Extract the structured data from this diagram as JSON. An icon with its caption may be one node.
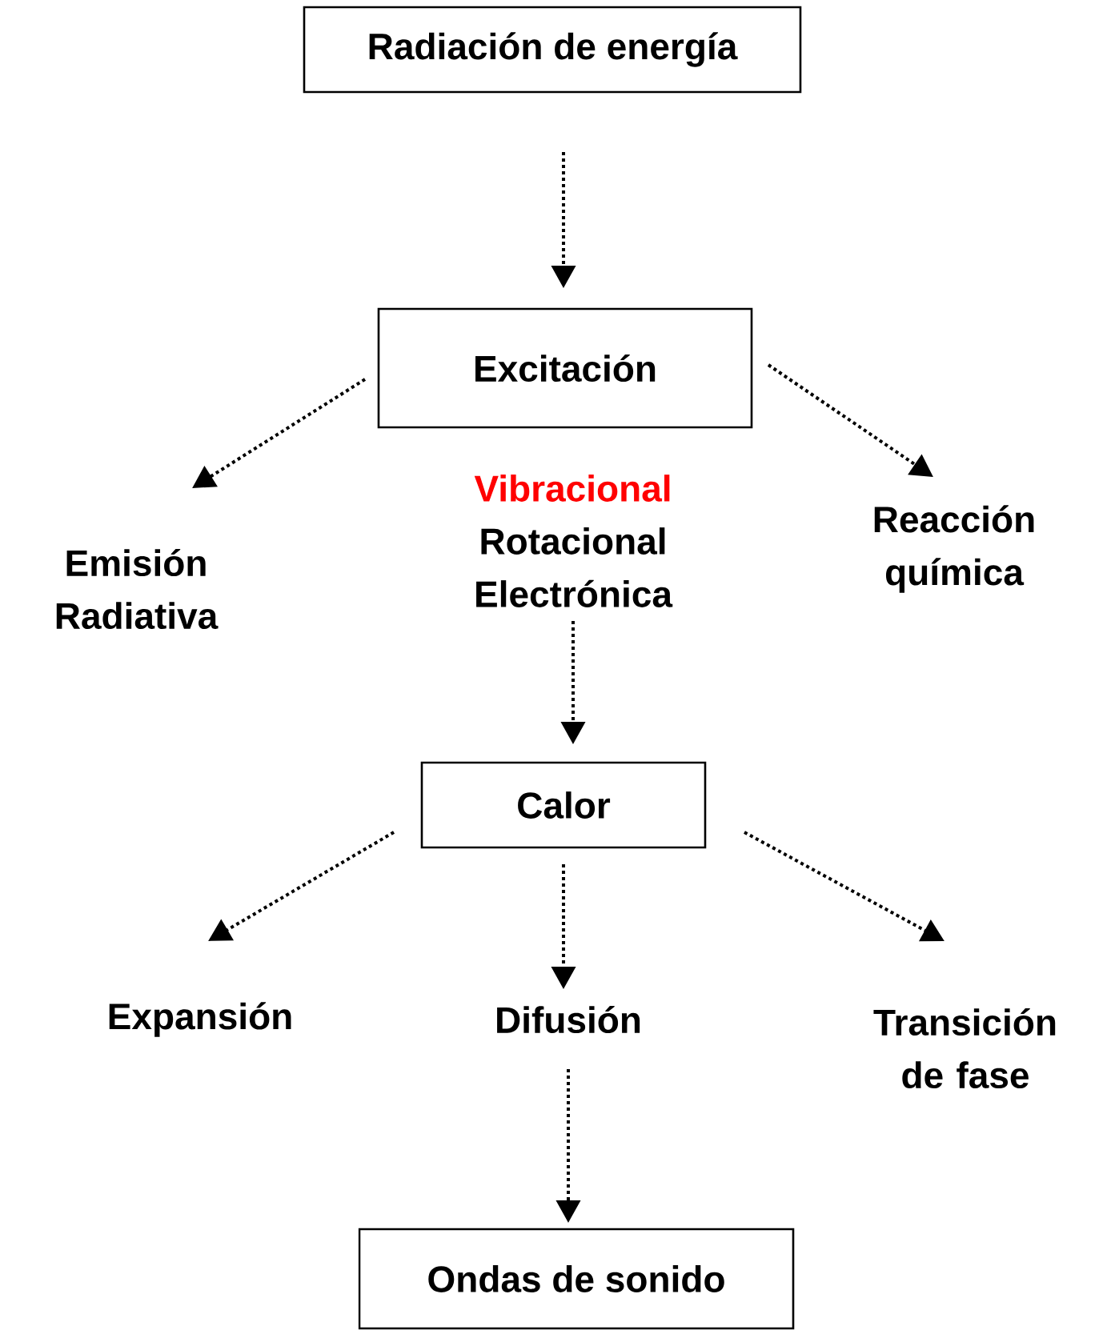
{
  "diagram": {
    "nodes": [
      {
        "text": [
          "Radiación de energía"
        ]
      },
      {
        "text": [
          "Excitación"
        ]
      },
      {
        "text": [
          "Emisión Radiativa"
        ]
      },
      {
        "text": [
          "Vibracional",
          "Rotacional",
          "Electrónica"
        ]
      },
      {
        "text": [
          "Reacción química"
        ]
      },
      {
        "text": [
          "Calor"
        ]
      },
      {
        "text": [
          "Expansión"
        ]
      },
      {
        "text": [
          "Difusión"
        ]
      },
      {
        "text": [
          "Transición de fase"
        ]
      },
      {
        "text": [
          "Ondas de sonido"
        ]
      }
    ],
    "edges": [
      {
        "from": 0,
        "to": 1,
        "arrow": "to"
      },
      {
        "from": 1,
        "to": 2,
        "arrow": "to"
      },
      {
        "from": 1,
        "to": 4,
        "arrow": "to"
      },
      {
        "from": 3,
        "to": 5,
        "arrow": "to"
      },
      {
        "from": 5,
        "to": 6,
        "arrow": "to"
      },
      {
        "from": 5,
        "to": 7,
        "arrow": "to"
      },
      {
        "from": 5,
        "to": 8,
        "arrow": "to"
      },
      {
        "from": 7,
        "to": 9,
        "arrow": "to"
      }
    ]
  }
}
